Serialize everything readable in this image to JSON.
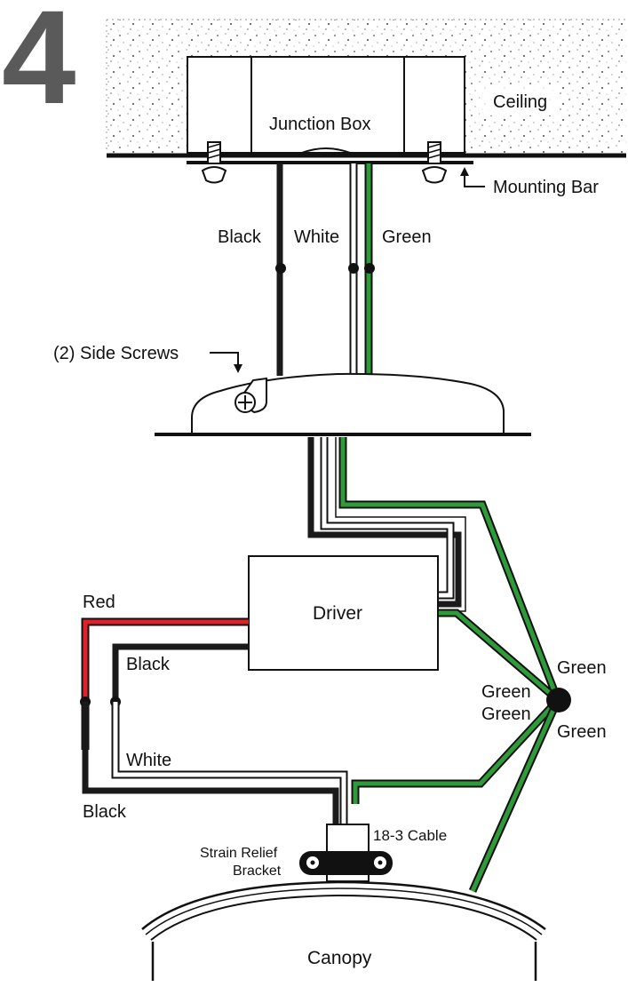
{
  "step_number": "4",
  "labels": {
    "ceiling": "Ceiling",
    "junction_box": "Junction Box",
    "mounting_bar": "Mounting Bar",
    "black_top": "Black",
    "white_top": "White",
    "green_top": "Green",
    "side_screws": "(2) Side Screws",
    "driver": "Driver",
    "red": "Red",
    "black_driver": "Black",
    "white_low": "White",
    "black_low": "Black",
    "green_right_1": "Green",
    "green_left_1": "Green",
    "green_left_2": "Green",
    "green_right_2": "Green",
    "cable": "18-3 Cable",
    "strain_relief_1": "Strain Relief",
    "strain_relief_2": "Bracket",
    "canopy": "Canopy"
  },
  "colors": {
    "black_wire": "#1a1a1a",
    "red_wire": "#e0202a",
    "green_wire": "#2f9a3a",
    "white_wire": "#ffffff",
    "step_number": "#5a5a5a",
    "ceiling_dots": "#6b6b6b"
  }
}
